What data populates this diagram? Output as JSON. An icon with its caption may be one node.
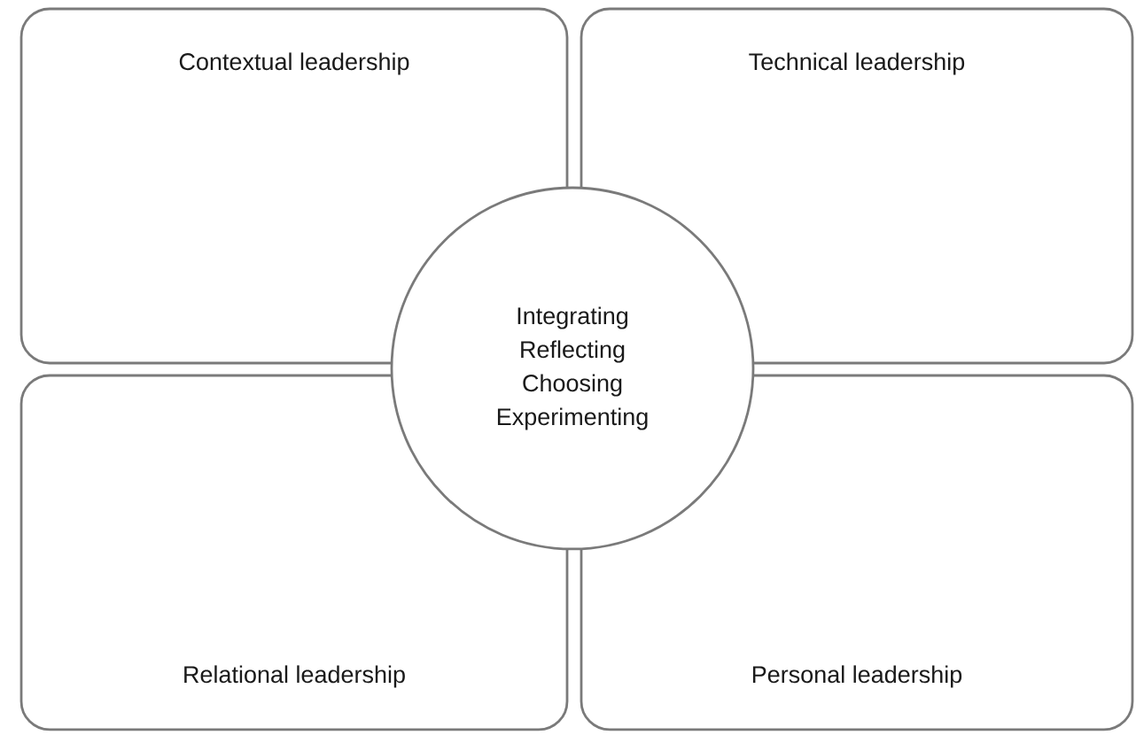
{
  "diagram": {
    "nodes": [
      {
        "text": [
          "Contextual leadership"
        ]
      },
      {
        "text": [
          "Technical leadership"
        ]
      },
      {
        "text": [
          "Relational leadership"
        ]
      },
      {
        "text": [
          "Personal leadership"
        ]
      },
      {
        "text": [
          "Integrating",
          "Reflecting",
          "Choosing",
          "Experimenting"
        ]
      }
    ]
  }
}
